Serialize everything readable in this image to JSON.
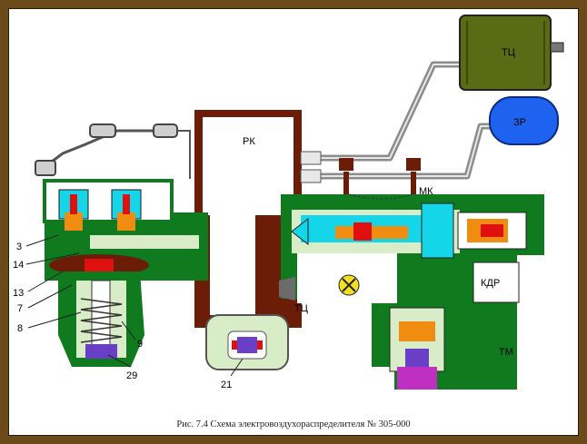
{
  "caption": "Рис. 7.4  Схема электровоздухораспределителя № 305-000",
  "labels": {
    "tc_tank": "ТЦ",
    "zr_tank": "ЗР",
    "rk": "РК",
    "mk": "МК",
    "tc_bottom": "ТЦ",
    "kdr": "КДР",
    "tm": "ТМ",
    "n3": "3",
    "n14": "14",
    "n13": "13",
    "n7": "7",
    "n8": "8",
    "n9": "9",
    "n29": "29",
    "n21": "21"
  },
  "colors": {
    "body_green": "#0f7a1e",
    "channel_light": "#d9ecc8",
    "reservoir_brown": "#6b1d08",
    "tank_olive": "#5b6a14",
    "tank_blue": "#1e63f0",
    "pipe_gray": "#8c8c8c",
    "cyan": "#14d6e8",
    "red": "#e01010",
    "orange": "#f08c10",
    "purple": "#6a3fc8",
    "magenta": "#c030c0",
    "yellow": "#f0e020"
  }
}
